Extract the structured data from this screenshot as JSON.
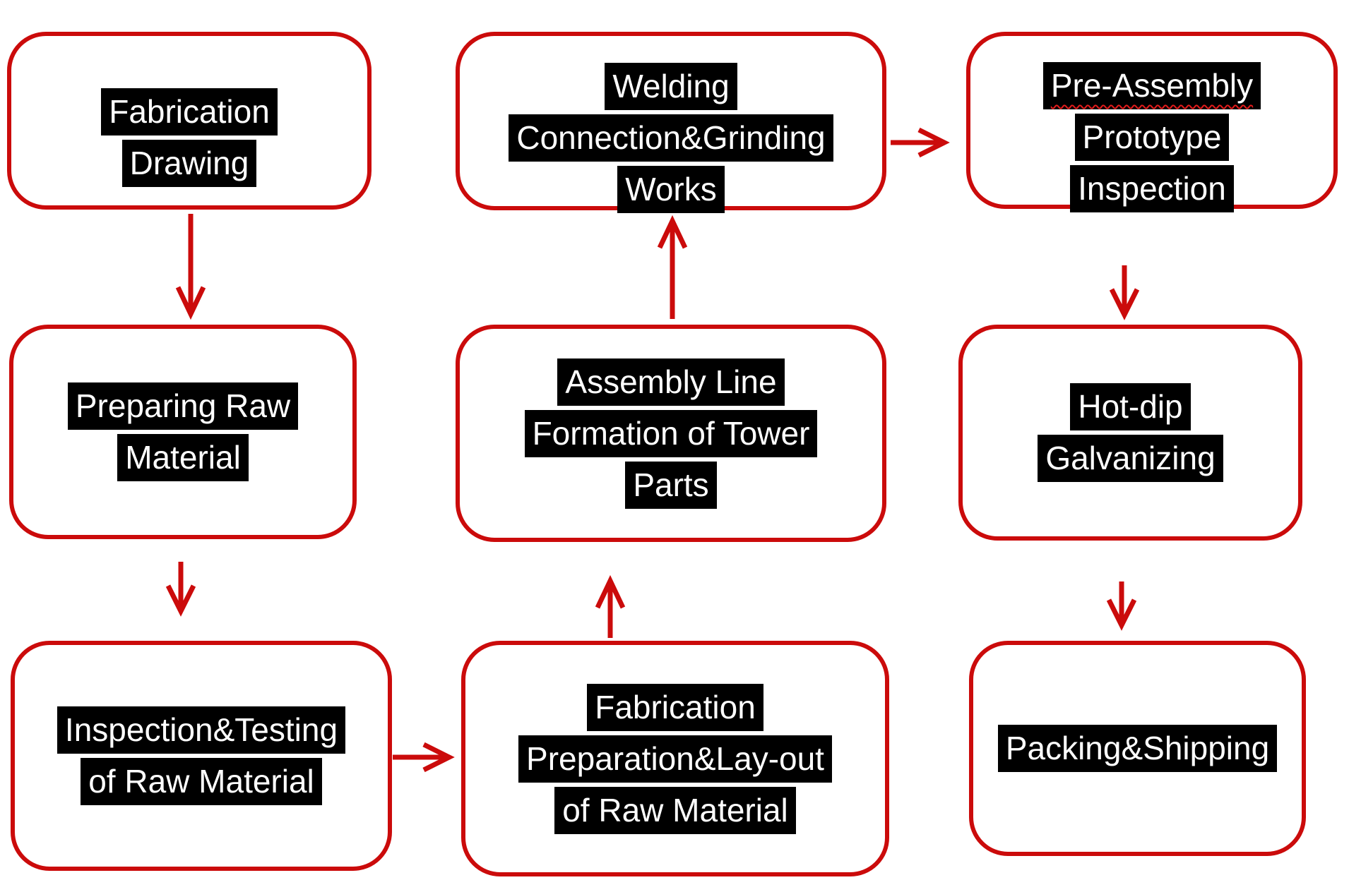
{
  "colors": {
    "accent_red": "#CB0B0B",
    "highlight_bg": "#000000",
    "highlight_text": "#FFFFFF",
    "page_bg": "#FFFFFF"
  },
  "boxes": [
    {
      "id": "fabrication-drawing",
      "lines": [
        "Fabrication",
        "Drawing"
      ]
    },
    {
      "id": "preparing-raw-material",
      "lines": [
        "Preparing Raw",
        "Material"
      ]
    },
    {
      "id": "inspection-testing-raw-material",
      "lines": [
        "Inspection&Testing",
        "of Raw Material"
      ]
    },
    {
      "id": "fabrication-preparation-layout",
      "lines": [
        "Fabrication",
        "Preparation&Lay-out",
        "of Raw Material"
      ]
    },
    {
      "id": "assembly-line-formation",
      "lines": [
        "Assembly Line",
        "Formation of Tower",
        "Parts"
      ]
    },
    {
      "id": "welding-connection-grinding",
      "lines": [
        "Welding",
        "Connection&Grinding",
        "Works"
      ]
    },
    {
      "id": "pre-assembly-prototype-inspection",
      "lines": [
        "Pre-Assembly",
        "Prototype",
        "Inspection"
      ],
      "spellcheck_underline_on": "Pre-Assembly"
    },
    {
      "id": "hot-dip-galvanizing",
      "lines": [
        "Hot-dip",
        "Galvanizing"
      ]
    },
    {
      "id": "packing-shipping",
      "lines": [
        "Packing&Shipping"
      ]
    }
  ],
  "arrows": [
    {
      "icon": "arrow-down-icon",
      "from": "fabrication-drawing",
      "to": "preparing-raw-material"
    },
    {
      "icon": "arrow-down-icon",
      "from": "preparing-raw-material",
      "to": "inspection-testing-raw-material"
    },
    {
      "icon": "arrow-right-icon",
      "from": "inspection-testing-raw-material",
      "to": "fabrication-preparation-layout"
    },
    {
      "icon": "arrow-up-icon",
      "from": "fabrication-preparation-layout",
      "to": "assembly-line-formation"
    },
    {
      "icon": "arrow-up-icon",
      "from": "assembly-line-formation",
      "to": "welding-connection-grinding"
    },
    {
      "icon": "arrow-right-icon",
      "from": "welding-connection-grinding",
      "to": "pre-assembly-prototype-inspection"
    },
    {
      "icon": "arrow-down-icon",
      "from": "pre-assembly-prototype-inspection",
      "to": "hot-dip-galvanizing"
    },
    {
      "icon": "arrow-down-icon",
      "from": "hot-dip-galvanizing",
      "to": "packing-shipping"
    }
  ]
}
